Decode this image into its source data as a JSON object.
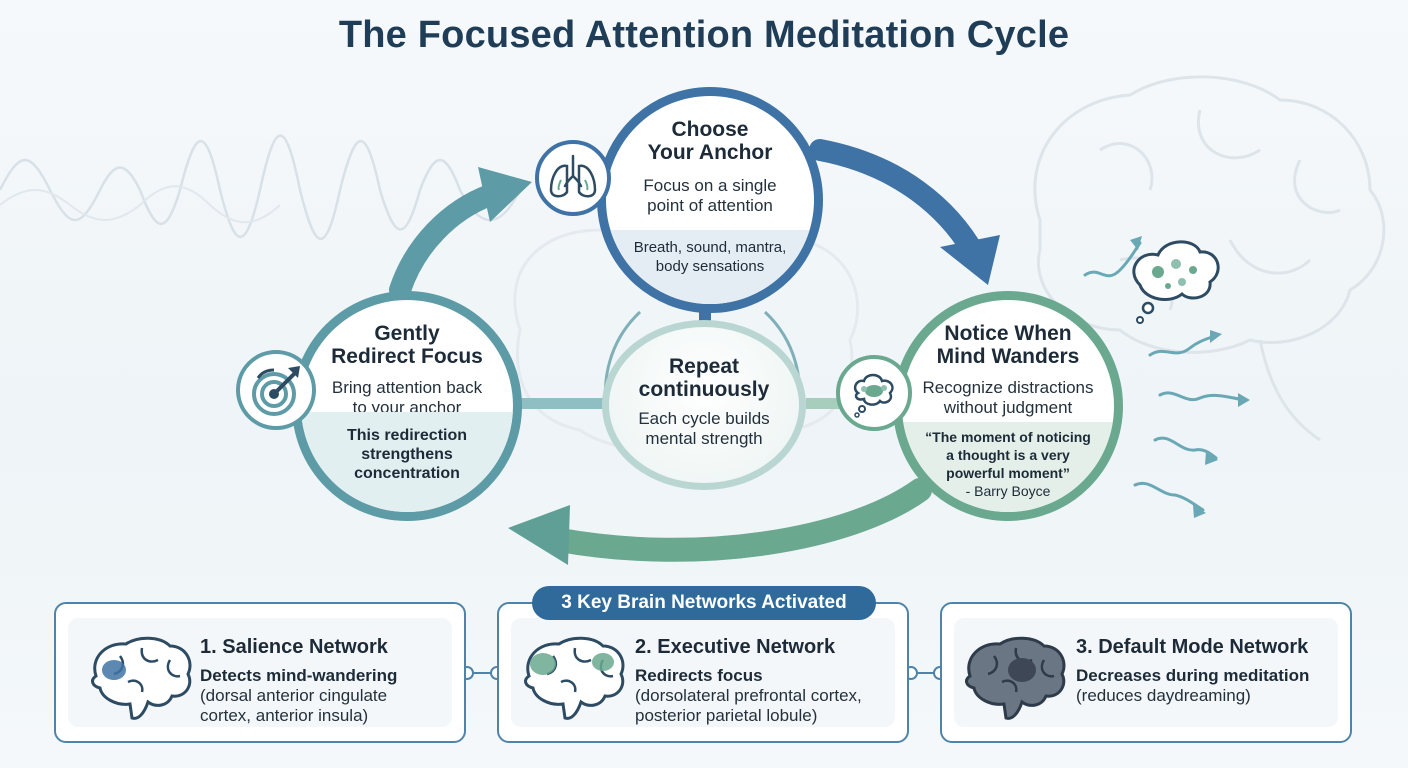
{
  "title": "The Focused Attention Meditation Cycle",
  "steps": {
    "anchor": {
      "title_line1": "Choose",
      "title_line2": "Your Anchor",
      "desc_line1": "Focus on a single",
      "desc_line2": "point of attention",
      "detail_line1": "Breath, sound, mantra,",
      "detail_line2": "body sensations",
      "icon": "lungs-icon"
    },
    "notice": {
      "title_line1": "Notice When",
      "title_line2": "Mind Wanders",
      "desc_line1": "Recognize distractions",
      "desc_line2": "without judgment",
      "quote_line1": "“The moment of noticing",
      "quote_line2": "a thought is a very",
      "quote_line3": "powerful moment”",
      "attribution": "- Barry Boyce",
      "icon": "thought-cloud-icon"
    },
    "redirect": {
      "title_line1": "Gently",
      "title_line2": "Redirect Focus",
      "desc_line1": "Bring attention back",
      "desc_line2": "to your anchor",
      "detail_line1": "This redirection",
      "detail_line2": "strengthens",
      "detail_line3": "concentration",
      "icon": "target-arrow-icon"
    },
    "center": {
      "title_line1": "Repeat",
      "title_line2": "continuously",
      "desc_line1": "Each cycle builds",
      "desc_line2": "mental strength"
    }
  },
  "networks": {
    "heading": "3 Key Brain Networks Activated",
    "items": [
      {
        "title": "1. Salience Network",
        "subtitle": "Detects mind-wandering",
        "desc_line1": "(dorsal anterior cingulate",
        "desc_line2": "cortex, anterior insula)",
        "icon": "brain-icon",
        "accent": "#3f73a5"
      },
      {
        "title": "2. Executive Network",
        "subtitle": "Redirects focus",
        "desc_line1": "(dorsolateral prefrontal cortex,",
        "desc_line2": "posterior parietal lobule)",
        "icon": "brain-icon",
        "accent": "#6aa98f"
      },
      {
        "title": "3. Default Mode Network",
        "subtitle": "Decreases during meditation",
        "desc_line1": "(reduces daydreaming)",
        "desc_line2": "",
        "icon": "brain-icon",
        "accent": "#4a5768"
      }
    ]
  },
  "colors": {
    "blue": "#3f73a5",
    "green": "#6aa98f",
    "teal": "#5d9ba6",
    "navy": "#1f3d57"
  }
}
